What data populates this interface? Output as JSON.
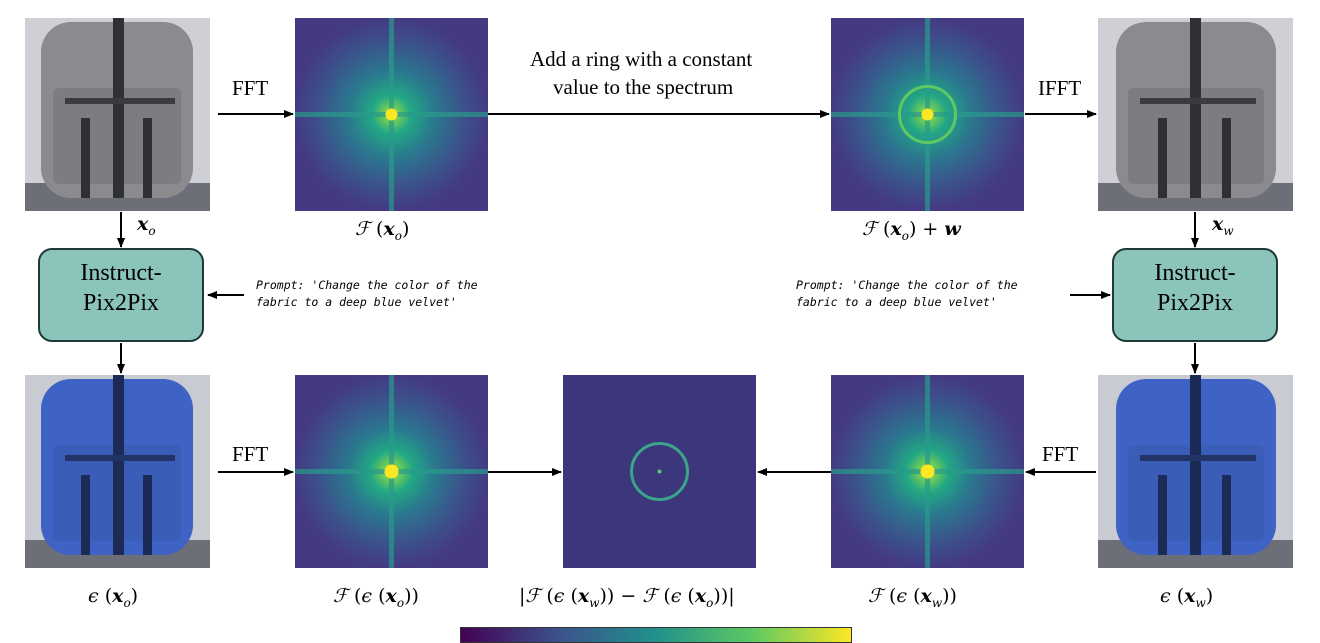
{
  "steps": {
    "fft_top": "FFT",
    "ifft_top": "IFFT",
    "fft_bottom_left": "FFT",
    "fft_bottom_right": "FFT",
    "ring_line1": "Add a ring with a constant",
    "ring_line2": "value to the spectrum"
  },
  "models": {
    "left_line1": "Instruct-",
    "left_line2": "Pix2Pix",
    "right_line1": "Instruct-",
    "right_line2": "Pix2Pix"
  },
  "prompts": {
    "left_line1": "Prompt: 'Change the color of the",
    "left_line2": "fabric to a deep blue velvet'",
    "right_line1": "Prompt: 'Change the color of the",
    "right_line2": "fabric to a deep blue velvet'"
  },
  "colorbar": [
    "#440154",
    "#3b528b",
    "#21918c",
    "#5ec962",
    "#fde725"
  ]
}
